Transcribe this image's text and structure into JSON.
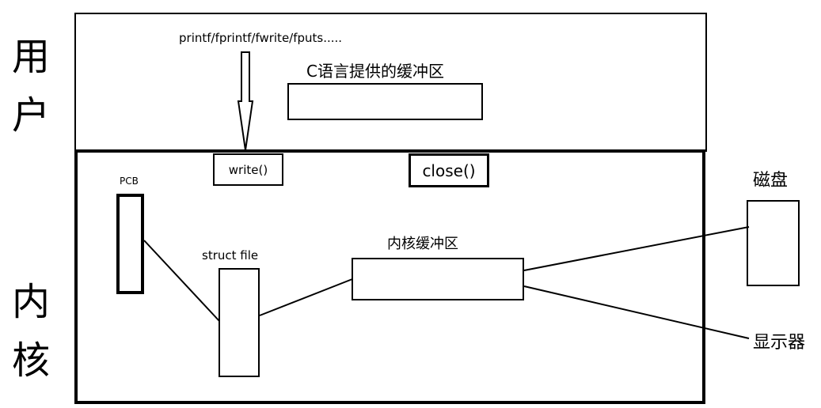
{
  "layers": {
    "user_label_char1": "用",
    "user_label_char2": "户",
    "kernel_label_char1": "内",
    "kernel_label_char2": "核"
  },
  "user_space": {
    "call_chain": "printf/fprintf/fwrite/fputs.....",
    "c_buffer_label": "C语言提供的缓冲区"
  },
  "kernel_space": {
    "write_label": "write()",
    "close_label": "close()",
    "pcb_label": "PCB",
    "struct_file_label": "struct file",
    "kernel_buffer_label": "内核缓冲区"
  },
  "devices": {
    "disk_label": "磁盘",
    "display_label": "显示器"
  },
  "colors": {
    "stroke": "#000000",
    "background": "#ffffff"
  }
}
